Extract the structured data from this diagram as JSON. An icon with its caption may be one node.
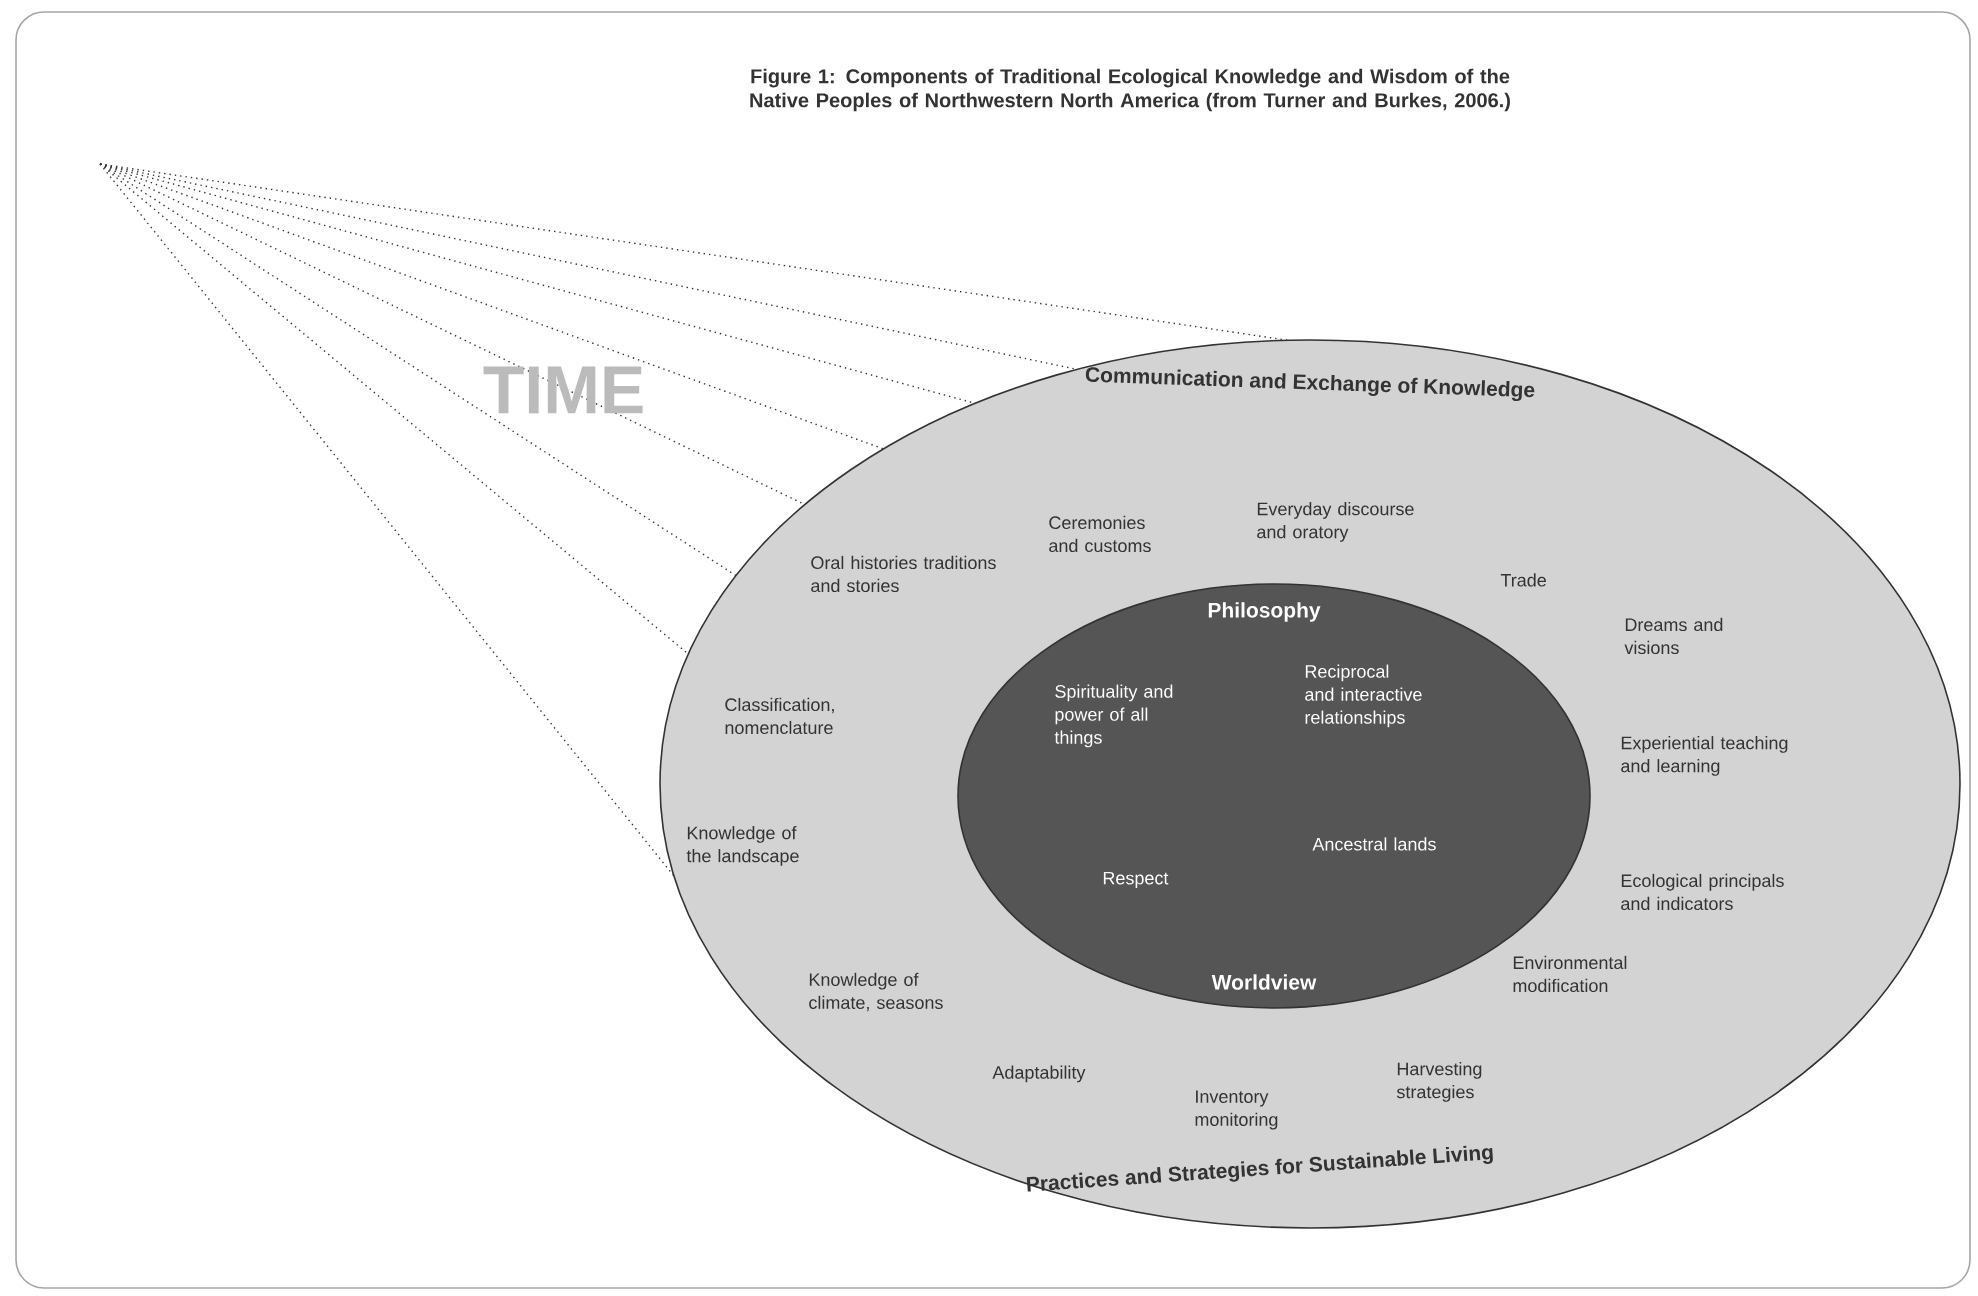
{
  "diagram": {
    "title": "Figure 1: Components of Traditional Ecological Knowledge and Wisdom of the Native Peoples of Northwestern North America (from Turner and Burkes, 2006.)",
    "nodes": [
      {
        "text": [
          "Communication and Exchange of Knowledge",
          "Practices and Strategies for Sustainable Living"
        ]
      },
      {
        "text": [
          "Philosophy",
          "Worldview"
        ],
        "in": 0
      }
    ],
    "labels": [
      "TIME",
      "Ceremonies and customs",
      "Everyday discourse and oratory",
      "Oral histories traditions and stories",
      "Trade",
      "Dreams and visions",
      "Classification, nomenclature",
      "Spirituality and power of all things",
      "Reciprocal and interactive relationships",
      "Experiential teaching and learning",
      "Knowledge of the landscape",
      "Ancestral lands",
      "Respect",
      "Ecological principals and indicators",
      "Environmental modification",
      "Knowledge of climate, seasons",
      "Adaptability",
      "Inventory monitoring",
      "Harvesting strategies"
    ]
  }
}
